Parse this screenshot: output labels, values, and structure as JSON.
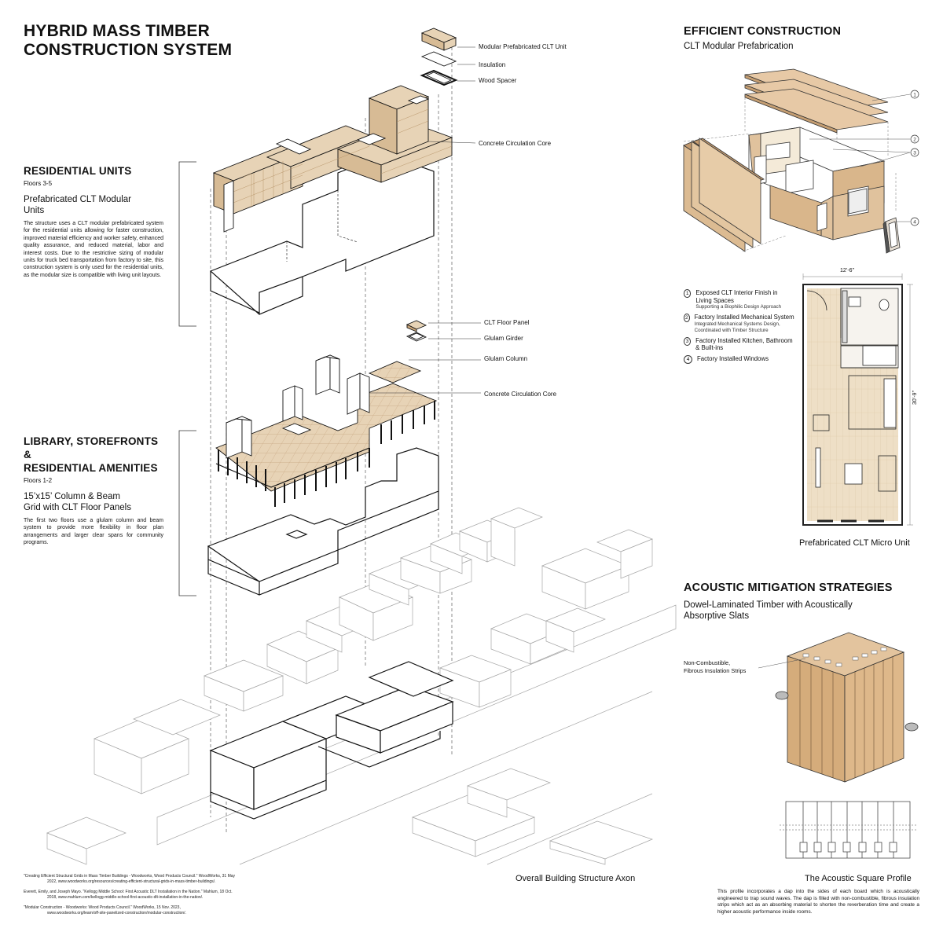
{
  "title": {
    "line1": "HYBRID MASS TIMBER",
    "line2": "CONSTRUCTION SYSTEM"
  },
  "residential": {
    "heading": "RESIDENTIAL UNITS",
    "floors": "Floors 3-5",
    "subheading_line1": "Prefabricated CLT Modular",
    "subheading_line2": "Units",
    "body": "The structure uses a CLT modular prefabricated system for the residential units allowing for faster construction, improved material efficiency and worker safety, enhanced quality assurance, and reduced material, labor and interest costs. Due to the restrictive sizing of modular units for truck bed transportation from factory to site, this construction system is only used for the residential units, as the modular size is compatible with living unit layouts."
  },
  "library": {
    "heading_line1": "LIBRARY, STOREFRONTS &",
    "heading_line2": "RESIDENTIAL AMENITIES",
    "floors": "Floors 1-2",
    "subheading_line1": "15’x15’ Column & Beam",
    "subheading_line2": "Grid with CLT Floor Panels",
    "body": "The first two floors use a glulam column and beam system to provide more flexibility in floor plan arrangements and larger clear spans for community programs."
  },
  "axon_labels": {
    "clt_unit": "Modular Prefabricated CLT Unit",
    "insulation": "Insulation",
    "wood_spacer": "Wood Spacer",
    "core_upper": "Concrete Circulation Core",
    "clt_floor_panel": "CLT Floor Panel",
    "glulam_girder": "Glulam Girder",
    "glulam_column": "Glulam Column",
    "core_lower": "Concrete Circulation Core"
  },
  "axon_caption": "Overall Building Structure Axon",
  "efficient": {
    "heading": "EFFICIENT CONSTRUCTION",
    "subheading": "CLT Modular Prefabrication",
    "legend": [
      {
        "num": "1",
        "title": "Exposed CLT Interior Finish in Living Spaces",
        "sub": "Supporting a Biophilic Design Approach"
      },
      {
        "num": "2",
        "title": "Factory Installed Mechanical System",
        "sub": "Integrated Mechanical Systems Design, Coordinated with Timber Structure"
      },
      {
        "num": "3",
        "title": "Factory Installed Kitchen, Bathroom & Built-ins",
        "sub": ""
      },
      {
        "num": "4",
        "title": "Factory Installed Windows",
        "sub": ""
      }
    ],
    "plan_width": "12’-6”",
    "plan_length": "30’-9”",
    "plan_caption": "Prefabricated CLT Micro Unit"
  },
  "acoustic": {
    "heading": "ACOUSTIC MITIGATION STRATEGIES",
    "subheading_line1": "Dowel-Laminated Timber with Acoustically",
    "subheading_line2": "Absorptive Slats",
    "strip_label_line1": "Non-Combustible,",
    "strip_label_line2": "Fibrous Insulation Strips",
    "profile_caption": "The Acoustic Square Profile",
    "profile_body": "This profile incorporates a dap into the sides of each board which is acoustically engineered to trap sound waves. The dap is filled with non-combustible, fibrous insulation strips which act as an absorbing material to shorten the reverberation time and create a higher acoustic performance inside rooms."
  },
  "references": [
    {
      "line1": "\"Creating Efficient Structural Grids in Mass Timber Buildings - Woodworks, Wood Products Council.\" WoodWorks, 31 May",
      "line2": "2022, www.woodworks.org/resources/creating-efficient-structural-grids-in-mass-timber-buildings/."
    },
    {
      "line1": "Everett, Emily, and Joseph Mayo. \"Kellogg Middle School: First Acoustic DLT Installation in the Nation.\" Mahlum, 18 Oct.",
      "line2": "2018, www.mahlum.com/kellogg-middle-school-first-acoustic-dlt-installation-in-the-nation/."
    },
    {
      "line1": "\"Modular Construction - Woodworks: Wood Products Council.\" WoodWorks, 15 Nov. 2023,",
      "line2": "www.woodworks.org/learn/off-site-panelized-construction/modular-construction/."
    }
  ],
  "colors": {
    "timber": "#e7d3b6",
    "timber_dark": "#c9a57a",
    "ink": "#111111",
    "context_line": "#9a9a9a",
    "plan_floor": "#eedfc6"
  }
}
